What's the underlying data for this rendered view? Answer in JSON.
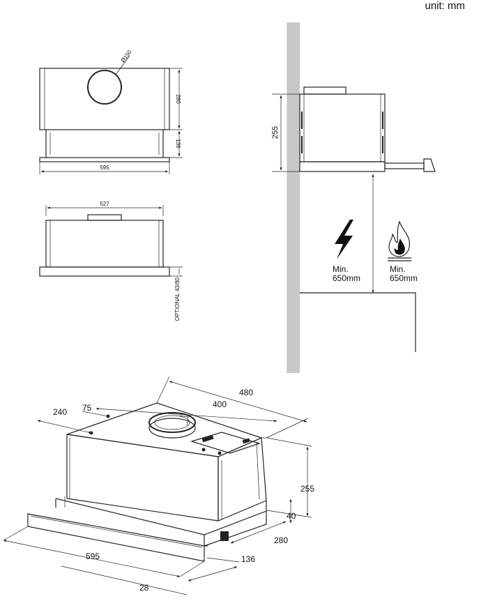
{
  "unit_label": "unit:  mm",
  "front_view": {
    "duct_diameter": "Ø150",
    "height_280": "280",
    "height_136": "136",
    "width_595": "595"
  },
  "top_view": {
    "width_527": "527",
    "optional_label": "OPTIONAL 43/80"
  },
  "side_view": {
    "height_255": "255",
    "electric_min": "Min.",
    "electric_dist": "650mm",
    "gas_min": "Min.",
    "gas_dist": "650mm",
    "electric_icon": "lightning-bolt-icon",
    "gas_icon": "flame-icon"
  },
  "iso_view": {
    "d480": "480",
    "d400": "400",
    "d75": "75",
    "d240": "240",
    "d255": "255",
    "d40": "40",
    "d280": "280",
    "d136": "136",
    "d595": "595",
    "d28": "28"
  }
}
